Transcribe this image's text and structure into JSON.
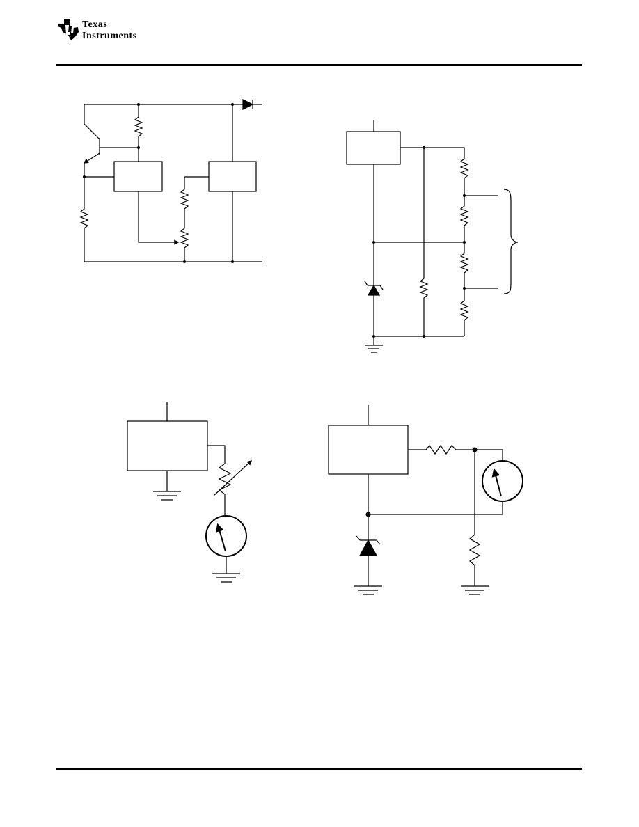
{
  "header": {
    "logo_line1": "Texas",
    "logo_line2": "Instruments",
    "logo_colors": {
      "mark": "#000000"
    }
  },
  "diagrams": [
    {
      "name": "transistor-regulator-circuit"
    },
    {
      "name": "resistor-divider-circuit"
    },
    {
      "name": "variable-resistor-meter-circuit"
    },
    {
      "name": "zener-meter-circuit"
    }
  ],
  "colors": {
    "wire": "#000000",
    "background": "#ffffff"
  }
}
